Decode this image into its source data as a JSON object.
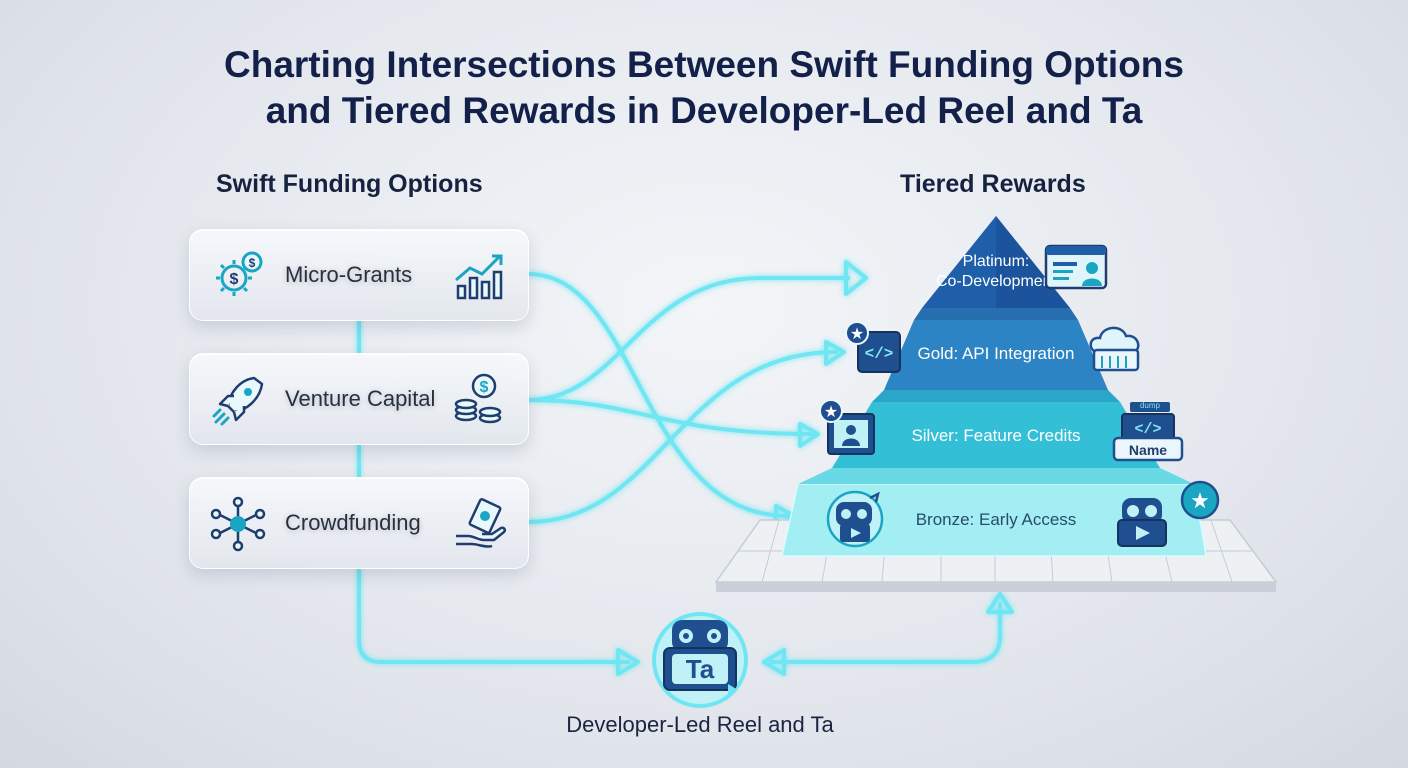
{
  "title": {
    "line1": "Charting Intersections Between Swift Funding Options",
    "line2": "and Tiered Rewards in Developer-Led Reel and Ta"
  },
  "funding": {
    "heading": "Swift Funding Options",
    "items": [
      {
        "label": "Micro-Grants",
        "icon_left": "gear-dollar-icon",
        "icon_right": "growth-bar-chart-icon"
      },
      {
        "label": "Venture Capital",
        "icon_left": "rocket-icon",
        "icon_right": "coin-stack-icon"
      },
      {
        "label": "Crowdfunding",
        "icon_left": "network-hub-icon",
        "icon_right": "hand-money-icon"
      }
    ]
  },
  "rewards": {
    "heading": "Tiered Rewards",
    "tiers": [
      {
        "line1": "Platinum:",
        "line2": "Co-Development",
        "icon": "profile-card-icon"
      },
      {
        "line1": "Gold: API Integration",
        "icon": "code-window-icon",
        "icon_right": "cloud-server-icon"
      },
      {
        "line1": "Silver: Feature Credits",
        "icon": "user-screen-icon",
        "icon_right": "code-name-icon"
      },
      {
        "line1": "Bronze: Early Access",
        "icon": "robot-video-icon",
        "icon_right": "robot-video-icon"
      }
    ],
    "badge_labels": {
      "code_top": "dump",
      "name": "Name"
    }
  },
  "center": {
    "badge": "Ta",
    "caption": "Developer-Led Reel and Ta",
    "icon": "robot-mascot-icon"
  },
  "colors": {
    "accent": "#5ee3f0",
    "platinum": "#1e5fa8",
    "gold": "#2b7fc2",
    "silver": "#2fb9d3",
    "bronze": "#8ae8f0",
    "title": "#13214a"
  }
}
